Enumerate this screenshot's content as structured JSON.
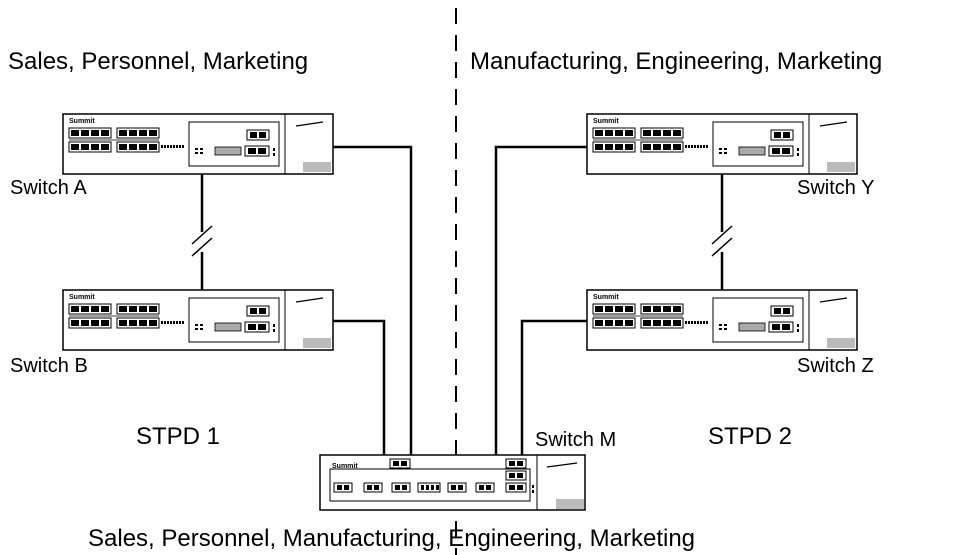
{
  "domains": {
    "left_top": "Sales, Personnel, Marketing",
    "right_top": "Manufacturing, Engineering, Marketing",
    "bottom": "Sales, Personnel, Manufacturing, Engineering, Marketing"
  },
  "stpd": {
    "left": "STPD 1",
    "right": "STPD 2"
  },
  "switches": {
    "a": "Switch A",
    "b": "Switch B",
    "y": "Switch Y",
    "z": "Switch Z",
    "m": "Switch M"
  },
  "device_brand": {
    "summit48": "Summit",
    "summit1": "Summit"
  }
}
